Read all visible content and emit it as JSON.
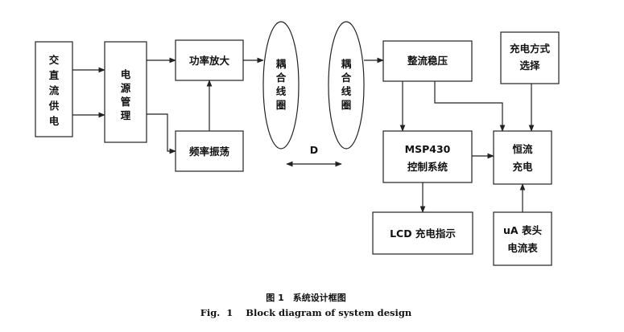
{
  "blocks": {
    "ac_power": "交直流供电",
    "power_mgmt": "电源管理",
    "power_amp": "功率放大",
    "freq_osc": "频率振荡",
    "coil_left": "耦合线圈",
    "coil_right": "耦合线圈",
    "rectifier": "整流稳压",
    "charge_mode_l1": "充电方式",
    "charge_mode_l2": "选择",
    "msp_l1": "MSP430",
    "msp_l2": "控制系统",
    "const_l1": "恒流",
    "const_l2": "充电",
    "lcd": "LCD 充电指示",
    "meter_l1": "uA 表头",
    "meter_l2": "电流表"
  },
  "distance_label": "D",
  "caption": {
    "cn": "图 1　系统设计框图",
    "en": "Fig.  1    Block diagram of system design"
  }
}
